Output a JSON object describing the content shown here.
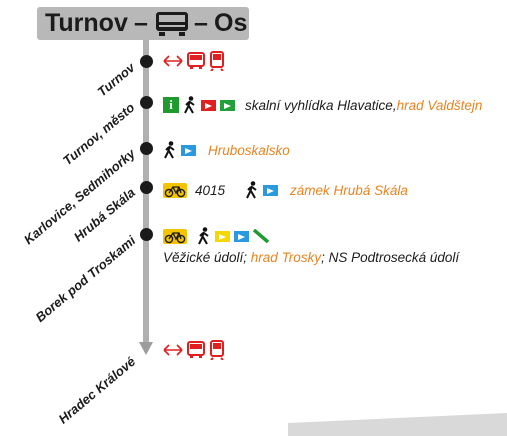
{
  "header": {
    "from": "Turnov",
    "dash": "–",
    "to": "Os",
    "bus_icon": "bus-icon"
  },
  "stops": [
    {
      "name": "Turnov"
    },
    {
      "name": "Turnov, město"
    },
    {
      "name": "Karlovice, Sedmihorky"
    },
    {
      "name": "Hrubá Skála"
    },
    {
      "name": "Borek pod Troskami"
    },
    {
      "name": "Hradec Králové"
    }
  ],
  "info": {
    "row1": {
      "icons": [
        "transfer-arrow-icon",
        "bus-icon",
        "train-icon"
      ]
    },
    "row2": {
      "text_black": "skalní vyhlídka Hlavatice, ",
      "text_orange": "hrad Valdštejn"
    },
    "row3": {
      "text_orange": "Hruboskalsko"
    },
    "row4": {
      "bike_route": "4015",
      "text_orange": "zámek Hrubá Skála"
    },
    "row5": {
      "line2_part1": "Věžické údolí; ",
      "line2_orange": "hrad Trosky",
      "line2_part2": "; NS Podtrosecká údolí"
    },
    "row6": {
      "icons": [
        "transfer-arrow-icon",
        "bus-icon",
        "train-icon"
      ]
    }
  },
  "colors": {
    "orange": "#e88420",
    "red": "#e02020",
    "green": "#22a03a",
    "blue": "#2a9ae0",
    "yellow": "#f5d800",
    "line": "#b0b0b0"
  }
}
